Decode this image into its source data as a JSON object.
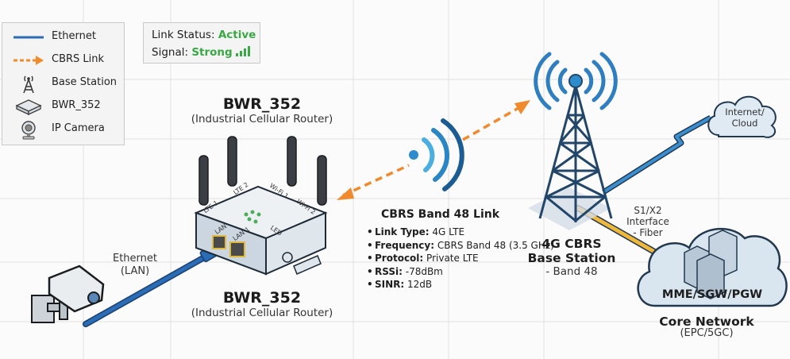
{
  "legend": {
    "items": [
      {
        "icon": "ethernet-line-icon",
        "label": "Ethernet"
      },
      {
        "icon": "cbrs-dashed-arrow-icon",
        "label": "CBRS Link"
      },
      {
        "icon": "base-station-icon",
        "label": "Base Station"
      },
      {
        "icon": "router-icon",
        "label": "BWR_352"
      },
      {
        "icon": "ip-camera-icon",
        "label": "IP Camera"
      }
    ]
  },
  "status": {
    "link_label": "Link Status:",
    "link_value": "Active",
    "signal_label": "Signal:",
    "signal_value": "Strong",
    "signal_icon": "signal-bars-icon"
  },
  "router": {
    "name_top": "BWR_352",
    "desc_top": "(Industrial Cellular Router)",
    "name_bottom": "BWR_352",
    "desc_bottom": "(Industrial Cellular Router)",
    "antenna_labels": [
      "LTE 1",
      "LTE 2",
      "Wi-Fi 1",
      "Wi-Fi 2"
    ],
    "port_labels": [
      "LAN",
      "LAN 1"
    ],
    "led_label": "LED"
  },
  "ethernet_label": {
    "line1": "Ethernet",
    "line2": "(LAN)"
  },
  "cbrs_link": {
    "title": "CBRS Band 48 Link",
    "items": [
      {
        "key": "Link Type:",
        "value": "4G LTE"
      },
      {
        "key": "Frequency:",
        "value": "CBRS Band 48 (3.5 GHz)"
      },
      {
        "key": "Protocol:",
        "value": "Private LTE"
      },
      {
        "key": "RSSi:",
        "value": "-78dBm"
      },
      {
        "key": "SINR:",
        "value": "12dB"
      }
    ]
  },
  "base_station": {
    "line1": "4G CBRS",
    "line2": "Base Station",
    "sub": "- Band 48"
  },
  "interface": {
    "line1": "S1/X2",
    "line2": "Interface",
    "line3": "- Fiber"
  },
  "internet": {
    "line1": "Internet/",
    "line2": "Cloud"
  },
  "core": {
    "box_label": "MME/SGW/PGW",
    "title": "Core Network",
    "sub": "(EPC/5GC)"
  },
  "colors": {
    "ethernet": "#2a6db5",
    "cbrs": "#f08a2c",
    "fiber": "#f0b83a",
    "active": "#3aa845",
    "outline": "#22384f"
  }
}
